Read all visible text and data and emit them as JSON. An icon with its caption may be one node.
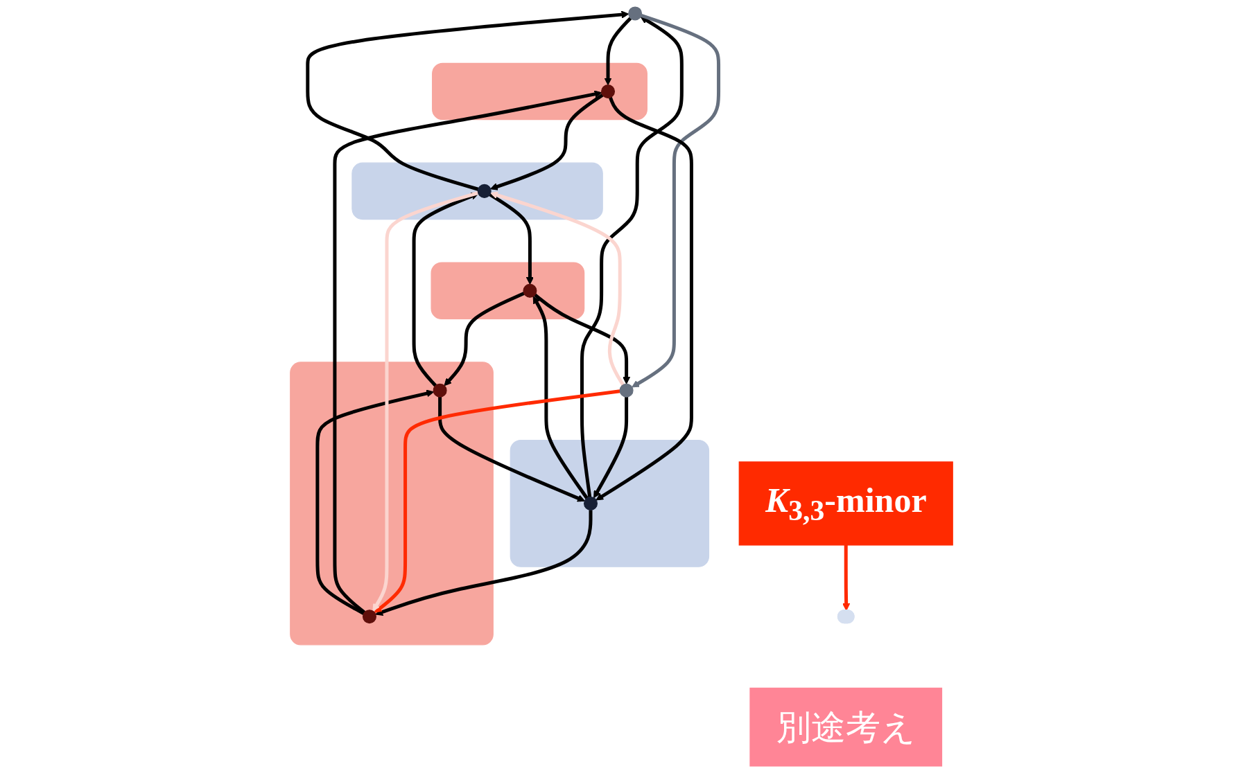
{
  "diagram": {
    "nodes": [
      {
        "text": [],
        "shape": "circle"
      },
      {
        "text": [
          "別途考え"
        ]
      },
      {
        "text": [],
        "shape": "box"
      },
      {
        "text": [],
        "shape": "circle",
        "in": 2
      },
      {
        "text": [],
        "shape": "box"
      },
      {
        "text": [],
        "shape": "circle",
        "in": 4
      },
      {
        "text": [],
        "shape": "box"
      },
      {
        "text": [],
        "shape": "circle",
        "in": 6
      },
      {
        "text": [],
        "shape": "box"
      },
      {
        "text": [],
        "shape": "circle",
        "in": 8
      },
      {
        "text": [],
        "shape": "circle",
        "in": 4
      },
      {
        "text": [
          "*K*$_{3,3}$-minor"
        ]
      },
      {
        "text": [],
        "shape": "box"
      },
      {
        "text": [],
        "shape": "circle",
        "in": 12
      },
      {
        "text": [],
        "shape": "circle"
      },
      {
        "text": [],
        "shape": "band"
      }
    ],
    "edges": [
      {
        "from": 0,
        "to": 3,
        "arrow": "to"
      },
      {
        "from": 7,
        "to": 0,
        "arrow": "to"
      },
      {
        "from": 9,
        "to": 0,
        "arrow": "to"
      },
      {
        "from": 0,
        "to": 14,
        "arrow": "to",
        "color": "#66707f"
      },
      {
        "from": 3,
        "to": 7,
        "arrow": "to"
      },
      {
        "from": 3,
        "to": 9,
        "arrow": "to"
      },
      {
        "from": 5,
        "to": 3,
        "arrow": "to"
      },
      {
        "from": 9,
        "to": 5,
        "arrow": "to"
      },
      {
        "from": 5,
        "to": 10,
        "arrow": "to"
      },
      {
        "from": 10,
        "to": 7,
        "arrow": "to"
      },
      {
        "from": 10,
        "to": 9,
        "arrow": "to"
      },
      {
        "from": 13,
        "to": 10,
        "arrow": "to"
      },
      {
        "from": 7,
        "to": 13,
        "arrow": "to"
      },
      {
        "from": 9,
        "to": 13,
        "arrow": "to"
      },
      {
        "from": 13,
        "to": 14,
        "arrow": "to"
      },
      {
        "from": 14,
        "to": 9,
        "arrow": "to"
      },
      {
        "from": 14,
        "to": 5,
        "arrow": "to",
        "color": "#ff2a00"
      },
      {
        "from": 7,
        "to": 5,
        "arrow": "to",
        "color": "#fbd5cf"
      },
      {
        "from": 14,
        "to": 7,
        "arrow": "to",
        "color": "#fbd5cf"
      },
      {
        "from": 11,
        "to": 15,
        "arrow": "to",
        "color": "#ff2a00"
      }
    ]
  }
}
